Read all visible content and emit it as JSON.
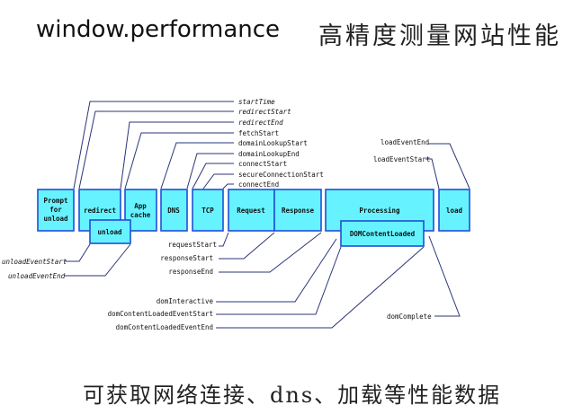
{
  "header": {
    "title": "window.performance",
    "cn_title": "高精度测量网站性能"
  },
  "caption": "可获取网络连接、dns、加载等性能数据",
  "colors": {
    "box_fill": "#66f3ff",
    "box_stroke": "#1f4fd6",
    "line": "#2b3577"
  },
  "boxes": {
    "prompt": [
      "Prompt",
      "for",
      "unload"
    ],
    "redirect": "redirect",
    "unload": "unload",
    "appcache": [
      "App",
      "cache"
    ],
    "dns": "DNS",
    "tcp": "TCP",
    "request": "Request",
    "response": "Response",
    "processing": "Processing",
    "domcontentloaded": "DOMContentLoaded",
    "load": "load"
  },
  "top_labels": [
    "startTime",
    "redirectStart",
    "redirectEnd",
    "fetchStart",
    "domainLookupStart",
    "domainLookupEnd",
    "connectStart",
    "secureConnectionStart",
    "connectEnd"
  ],
  "load_labels": [
    "loadEventEnd",
    "loadEventStart"
  ],
  "bottom_labels": [
    "requestStart",
    "responseStart",
    "responseEnd"
  ],
  "unload_labels": [
    "unloadEventStart",
    "unloadEventEnd"
  ],
  "dom_labels": [
    "domInteractive",
    "domContentLoadedEventStart",
    "domContentLoadedEventEnd"
  ],
  "dom_complete": "domComplete"
}
